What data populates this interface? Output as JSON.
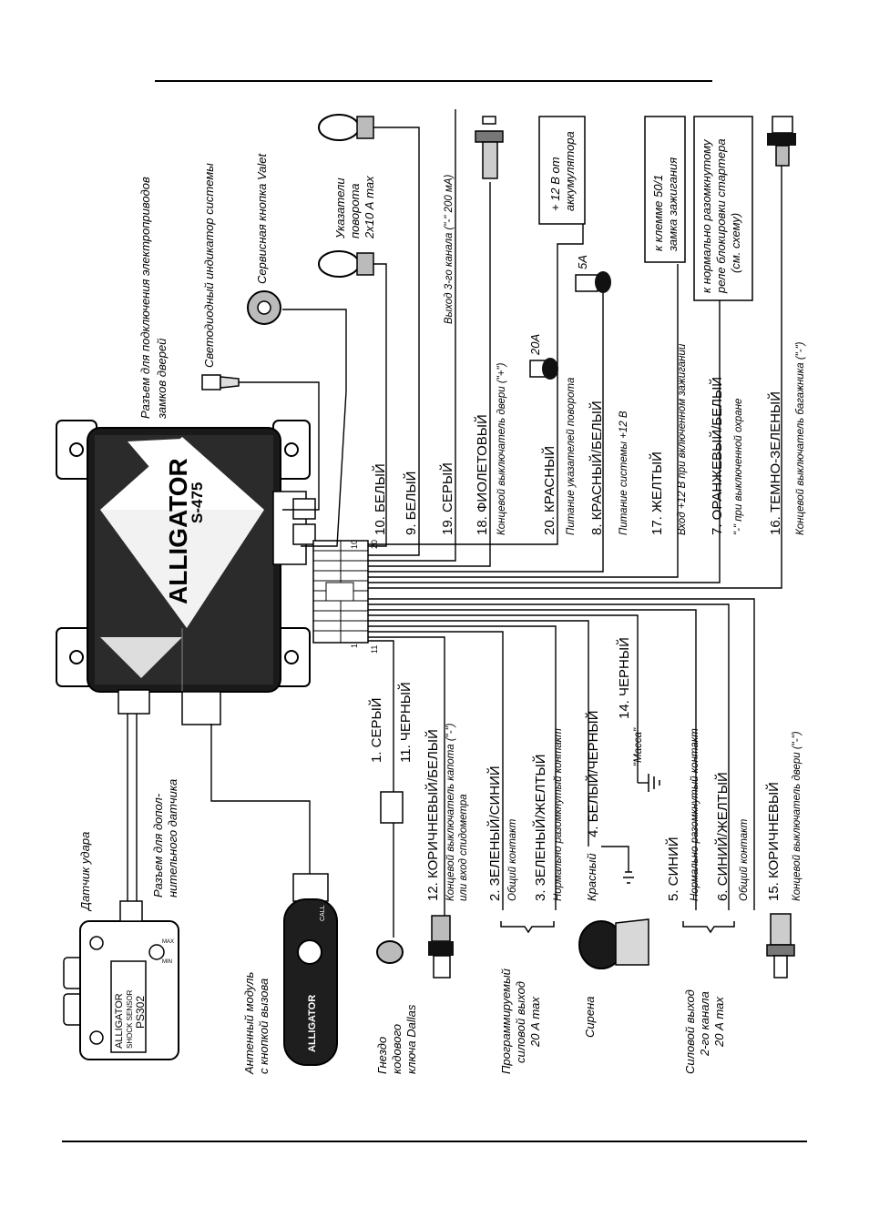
{
  "unit": {
    "brand": "ALLIGATOR",
    "model": "S-475",
    "pin_10": "10",
    "pin_20": "20",
    "pin_1": "1",
    "pin_11": "11"
  },
  "shock_sensor": {
    "brand": "ALLIGATOR",
    "line2": "SHOCK SENSOR",
    "model": "PS302",
    "label": "Датчик удара",
    "max": "MAX",
    "min": "MIN"
  },
  "aux_sensor_label": [
    "Разъем для допол-",
    "нительного датчика"
  ],
  "antenna": {
    "label": [
      "Антенный модуль",
      "с кнопкой вызова"
    ],
    "call": "CALL",
    "brand": "ALLIGATOR"
  },
  "dallas": [
    "Гнездо",
    "кодового",
    "ключа Dallas"
  ],
  "programmable_output": [
    "Программируемый",
    "силовой выход",
    "20 А max"
  ],
  "siren": {
    "label": "Сирена",
    "red": "Красный"
  },
  "power_output_2": [
    "Силовой выход",
    "2-го канала",
    "20 А max"
  ],
  "wires_left": [
    {
      "main": "1. СЕРЫЙ"
    },
    {
      "main": "11. ЧЕРНЫЙ"
    },
    {
      "main": "12. КОРИЧНЕВЫЙ/БЕЛЫЙ",
      "sub": "Концевой выключатель капота (\"-\")",
      "sub2": "или вход спидометра"
    },
    {
      "main": "2. ЗЕЛЕНЫЙ/СИНИЙ",
      "sub": "Общий контакт"
    },
    {
      "main": "3. ЗЕЛЕНЫЙ/ЖЕЛТЫЙ",
      "sub": "Нормально разомкнутый контакт"
    },
    {
      "main": "4. БЕЛЫЙ/ЧЕРНЫЙ"
    },
    {
      "main": "14. ЧЕРНЫЙ",
      "sub": "\"Масса\""
    },
    {
      "main": "5. СИНИЙ",
      "sub": "Нормально разомкнутый контакт"
    },
    {
      "main": "6. СИНИЙ/ЖЕЛТЫЙ",
      "sub": "Общий контакт"
    },
    {
      "main": "15. КОРИЧНЕВЫЙ",
      "sub": "Концевой выключатель двери (\"-\")"
    }
  ],
  "wires_right": [
    {
      "main": "10. БЕЛЫЙ"
    },
    {
      "main": "9. БЕЛЫЙ"
    },
    {
      "main": "19. СЕРЫЙ",
      "sub": "Выход 3-го канала (\"-\" 200 мА)"
    },
    {
      "main": "18. ФИОЛЕТОВЫЙ",
      "sub": "Концевой выключатель двери (\"+\")"
    },
    {
      "main": "20. КРАСНЫЙ",
      "sub": "Питание указателей поворота"
    },
    {
      "main": "8. КРАСНЫЙ/БЕЛЫЙ",
      "sub": "Питание системы +12 В"
    },
    {
      "main": "17. ЖЕЛТЫЙ",
      "sub": "Вход +12 В при включенном зажигании"
    },
    {
      "main": "7. ОРАНЖЕВЫЙ/БЕЛЫЙ",
      "sub": "\"-\" при выключенной охране"
    },
    {
      "main": "16. ТЕМНО-ЗЕЛЕНЫЙ",
      "sub": "Концевой выключатель багажника (\"-\")"
    }
  ],
  "top_labels": {
    "door_locks": [
      "Разъем для подключения электроприводов",
      "замков дверей"
    ],
    "led": "Светодиодный индикатор системы",
    "valet": "Сервисная кнопка Valet",
    "turn_signals": [
      "Указатели",
      "поворота",
      "2х10 А max"
    ],
    "battery": [
      "+ 12 В от",
      "аккумулятора"
    ],
    "ignition": [
      "к клемме 50/1",
      "замка зажигания"
    ],
    "starter": [
      "к нормально разомкнутому",
      "реле блокировки стартера",
      "(см. схему)"
    ],
    "fuse_20a": "20А",
    "fuse_5a": "5А"
  }
}
